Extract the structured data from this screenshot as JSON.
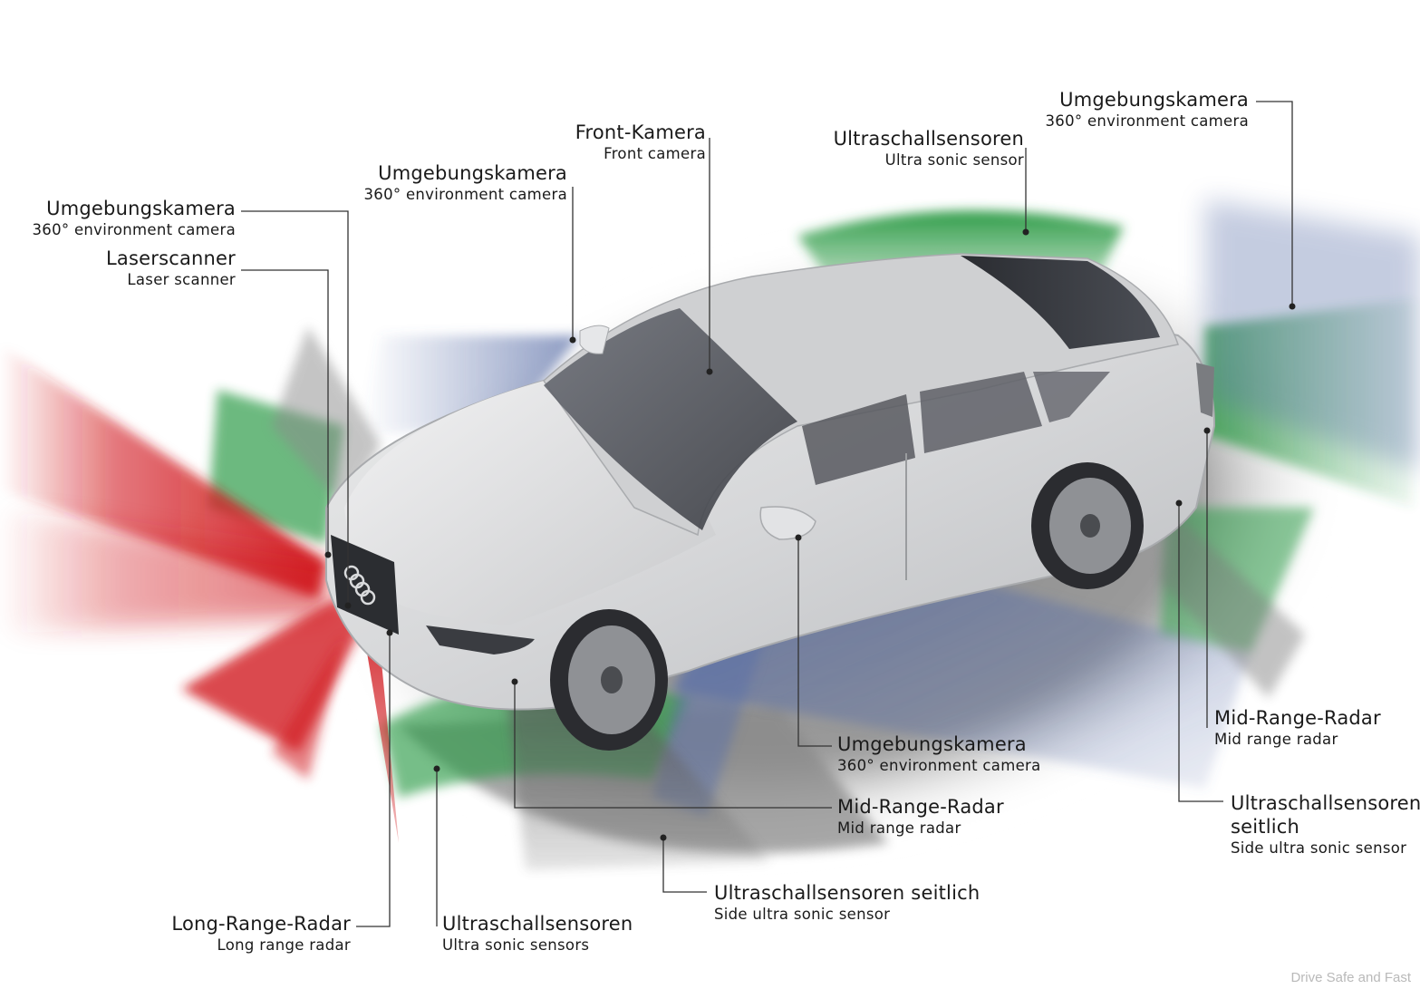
{
  "labels": {
    "top_left_camera": {
      "de": "Umgebungskamera",
      "en": "360° environment camera"
    },
    "laserscanner": {
      "de": "Laserscanner",
      "en": "Laser scanner"
    },
    "mirror_camera_left": {
      "de": "Umgebungskamera",
      "en": "360° environment camera"
    },
    "front_camera": {
      "de": "Front-Kamera",
      "en": "Front camera"
    },
    "ultrasonic_top": {
      "de": "Ultraschallsensoren",
      "en": "Ultra sonic sensor"
    },
    "rear_camera": {
      "de": "Umgebungskamera",
      "en": "360° environment camera"
    },
    "mid_range_radar_right": {
      "de": "Mid-Range-Radar",
      "en": "Mid range radar"
    },
    "mirror_camera_right": {
      "de": "Umgebungskamera",
      "en": "360° environment camera"
    },
    "mid_range_radar_front": {
      "de": "Mid-Range-Radar",
      "en": "Mid range radar"
    },
    "side_ultrasonic_rear": {
      "de_line1": "Ultraschallsensoren",
      "de_line2": "seitlich",
      "en": "Side ultra sonic sensor"
    },
    "side_ultrasonic_front": {
      "de": "Ultraschallsensoren seitlich",
      "en": "Side ultra sonic sensor"
    },
    "long_range_radar": {
      "de": "Long-Range-Radar",
      "en": "Long range radar"
    },
    "ultrasonic_front": {
      "de": "Ultraschallsensoren",
      "en": "Ultra sonic sensors"
    }
  },
  "watermark": "Drive Safe and Fast",
  "colors": {
    "radar_red": "#d21f24",
    "ultrasonic_green": "#2f9c48",
    "camera_blue": "#5a6fa8",
    "shadow_grey": "#6e6e6e",
    "car_silver": "#d9dadc",
    "leader_line": "#333333"
  }
}
